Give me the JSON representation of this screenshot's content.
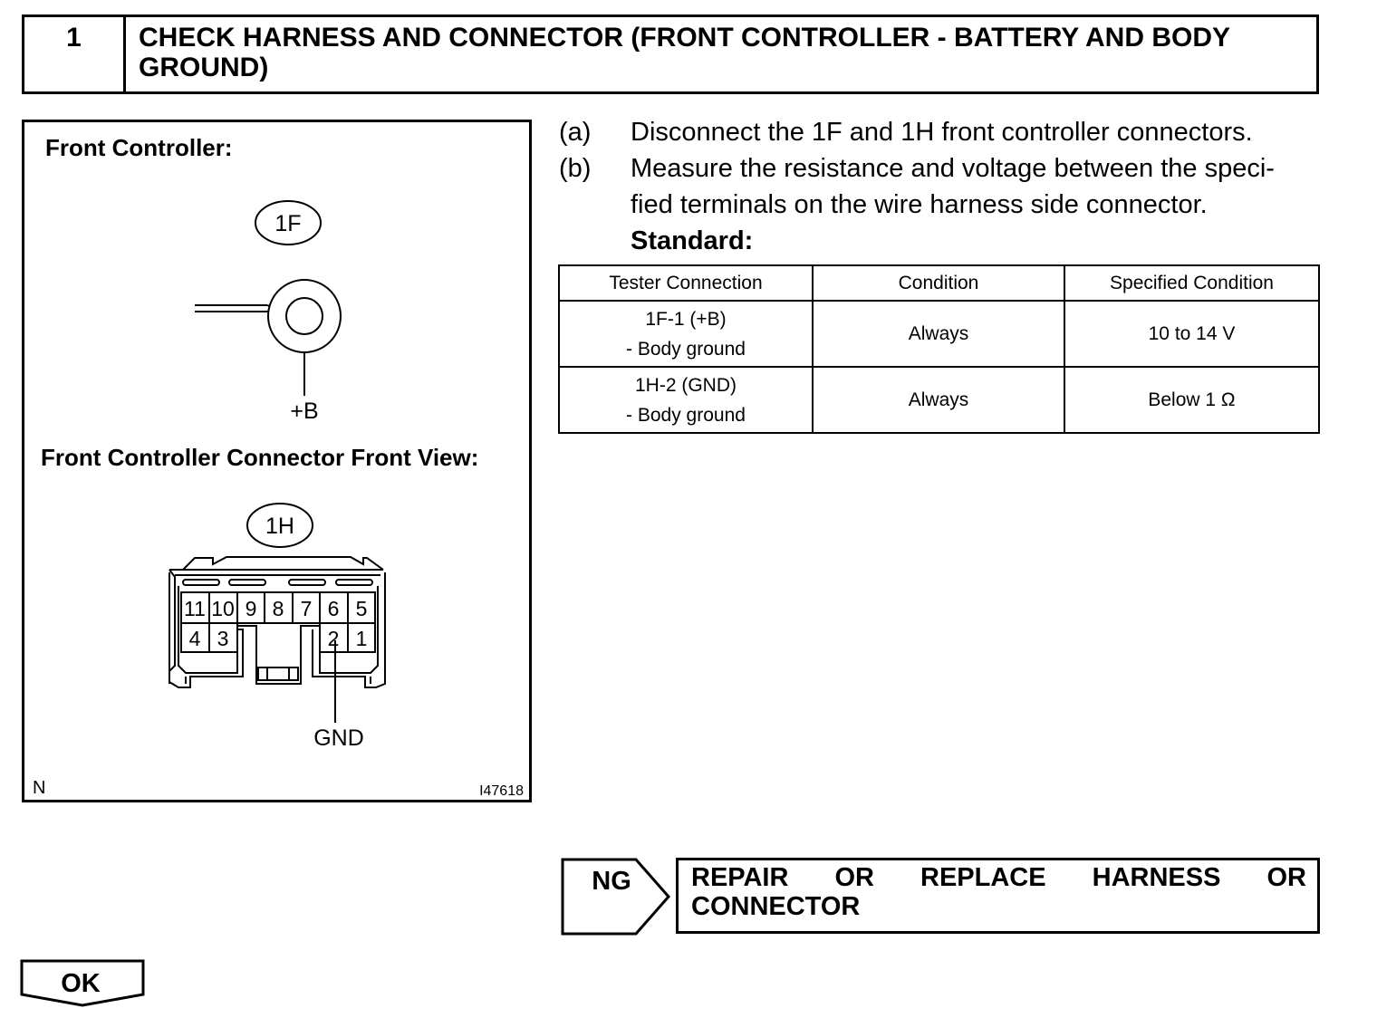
{
  "header": {
    "step_number": "1",
    "title": "CHECK HARNESS AND CONNECTOR (FRONT CONTROLLER - BATTERY AND BODY GROUND)"
  },
  "diagram": {
    "section1_title": "Front Controller:",
    "connector1_label": "1F",
    "terminal1_label": "+B",
    "section2_title": "Front Controller Connector Front View:",
    "connector2_label": "1H",
    "pins_top": [
      "11",
      "10",
      "9",
      "8",
      "7",
      "6",
      "5"
    ],
    "pins_bottom_left": [
      "4",
      "3"
    ],
    "pins_bottom_right": [
      "2",
      "1"
    ],
    "terminal2_label": "GND",
    "corner_left": "N",
    "figure_id": "I47618"
  },
  "instructions": [
    {
      "label": "(a)",
      "text": "Disconnect the 1F and 1H front controller connectors."
    },
    {
      "label": "(b)",
      "line1": "Measure the resistance and voltage between the speci-",
      "line2": "fied terminals on the wire harness side connector."
    }
  ],
  "standard_label": "Standard:",
  "table": {
    "headers": [
      "Tester Connection",
      "Condition",
      "Specified Condition"
    ],
    "rows": [
      {
        "tester_line1": "1F-1 (+B)",
        "tester_line2": "- Body ground",
        "condition": "Always",
        "specified": "10 to 14 V"
      },
      {
        "tester_line1": "1H-2 (GND)",
        "tester_line2": "- Body ground",
        "condition": "Always",
        "specified": "Below 1 Ω"
      }
    ]
  },
  "ng": {
    "label": "NG",
    "result_words": [
      "REPAIR",
      "OR",
      "REPLACE",
      "HARNESS",
      "OR"
    ],
    "result_line2": "CONNECTOR"
  },
  "ok": {
    "label": "OK"
  }
}
